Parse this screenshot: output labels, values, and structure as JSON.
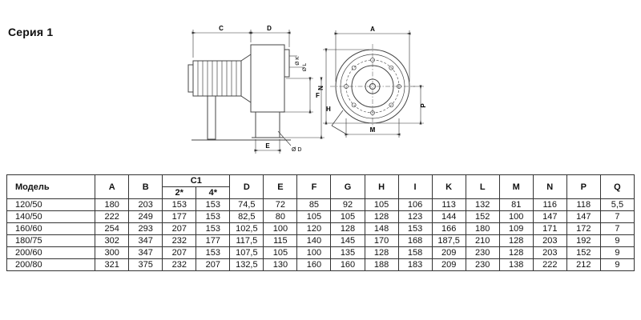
{
  "page": {
    "title": "Серия 1"
  },
  "drawing": {
    "labels": {
      "c": "C",
      "d": "D",
      "diam_k": "Ø K",
      "diam_l": "Ø L",
      "f": "F",
      "h": "H",
      "e": "E",
      "diam_d": "Ø D",
      "a": "A",
      "n": "N",
      "p": "P",
      "m": "M"
    }
  },
  "table": {
    "headers": {
      "model": "Модель",
      "a": "A",
      "b": "B",
      "c1": "C1",
      "c1_2": "2*",
      "c1_4": "4*",
      "d": "D",
      "e": "E",
      "f": "F",
      "g": "G",
      "h": "H",
      "i": "I",
      "k": "K",
      "l": "L",
      "m": "M",
      "n": "N",
      "p": "P",
      "q": "Q"
    },
    "rows": [
      {
        "model": "120/50",
        "values": [
          "180",
          "203",
          "153",
          "153",
          "74,5",
          "72",
          "85",
          "92",
          "105",
          "106",
          "113",
          "132",
          "81",
          "116",
          "118",
          "5,5"
        ]
      },
      {
        "model": "140/50",
        "values": [
          "222",
          "249",
          "177",
          "153",
          "82,5",
          "80",
          "105",
          "105",
          "128",
          "123",
          "144",
          "152",
          "100",
          "147",
          "147",
          "7"
        ]
      },
      {
        "model": "160/60",
        "values": [
          "254",
          "293",
          "207",
          "153",
          "102,5",
          "100",
          "120",
          "128",
          "148",
          "153",
          "166",
          "180",
          "109",
          "171",
          "172",
          "7"
        ]
      },
      {
        "model": "180/75",
        "values": [
          "302",
          "347",
          "232",
          "177",
          "117,5",
          "115",
          "140",
          "145",
          "170",
          "168",
          "187,5",
          "210",
          "128",
          "203",
          "192",
          "9"
        ]
      },
      {
        "model": "200/60",
        "values": [
          "300",
          "347",
          "207",
          "153",
          "107,5",
          "105",
          "100",
          "135",
          "128",
          "158",
          "209",
          "230",
          "128",
          "203",
          "152",
          "9"
        ]
      },
      {
        "model": "200/80",
        "values": [
          "321",
          "375",
          "232",
          "207",
          "132,5",
          "130",
          "160",
          "160",
          "188",
          "183",
          "209",
          "230",
          "138",
          "222",
          "212",
          "9"
        ]
      }
    ]
  }
}
